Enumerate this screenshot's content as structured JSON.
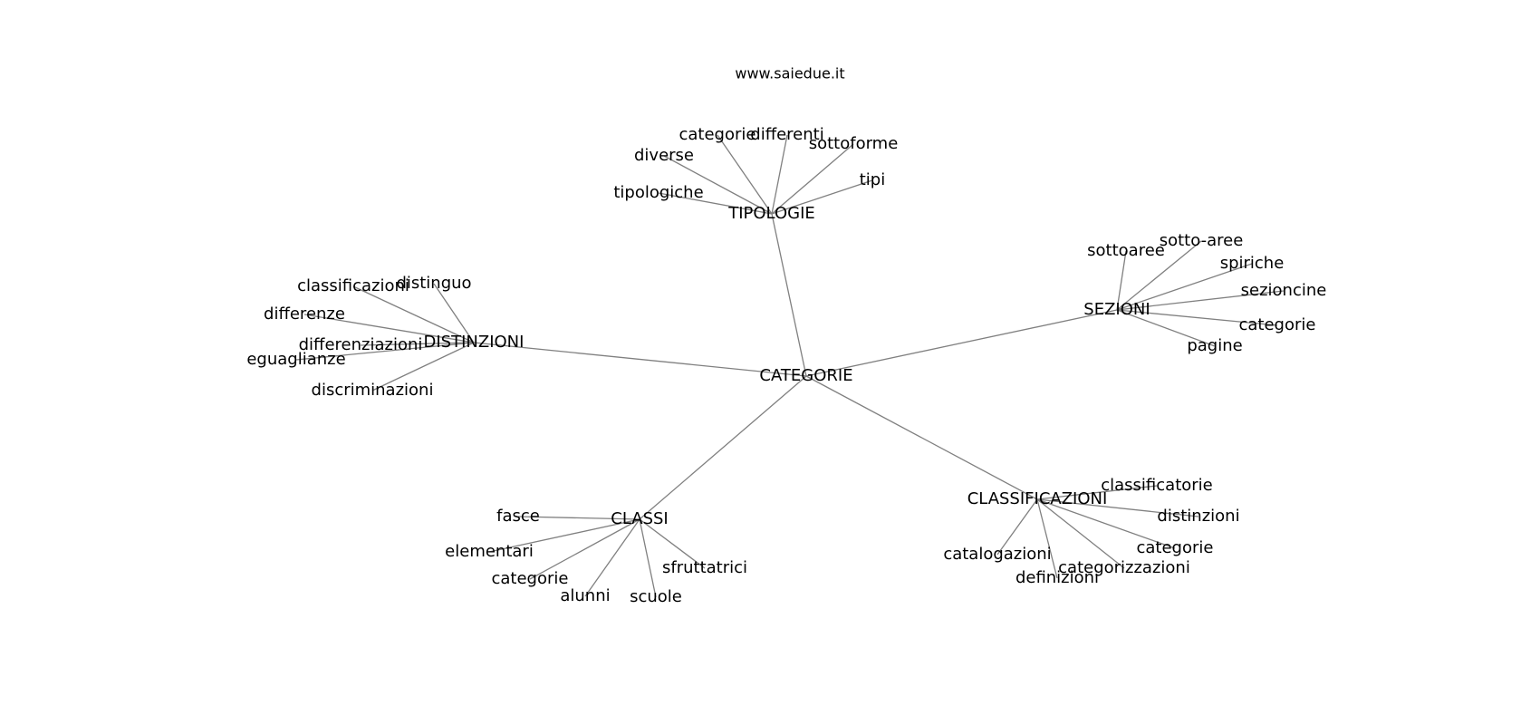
{
  "header": {
    "site": "www.saiedue.it"
  },
  "graph": {
    "edge_color": "#808080",
    "text_color": "#000000",
    "center": "CATEGORIE",
    "groups": [
      {
        "hub": "TIPOLOGIE",
        "terms": [
          "categorie",
          "differenti",
          "diverse",
          "sottoforme",
          "tipi",
          "tipologiche"
        ]
      },
      {
        "hub": "SEZIONI",
        "terms": [
          "sottoaree",
          "sotto-aree",
          "spiriche",
          "sezioncine",
          "categorie",
          "pagine"
        ]
      },
      {
        "hub": "DISTINZIONI",
        "terms": [
          "classificazioni",
          "distinguo",
          "differenze",
          "differenziazioni",
          "eguaglianze",
          "discriminazioni"
        ]
      },
      {
        "hub": "CLASSI",
        "terms": [
          "fasce",
          "elementari",
          "categorie",
          "alunni",
          "scuole",
          "sfruttatrici"
        ]
      },
      {
        "hub": "CLASSIFICAZIONI",
        "terms": [
          "classificatorie",
          "distinzioni",
          "categorie",
          "catalogazioni",
          "categorizzazioni",
          "definizioni"
        ]
      }
    ]
  }
}
